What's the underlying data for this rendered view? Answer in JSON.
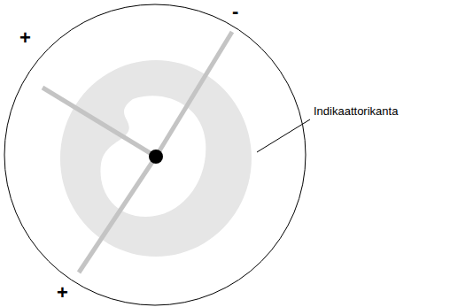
{
  "diagram": {
    "labels": [
      "+",
      "-",
      "+",
      "Indikaattorikanta"
    ]
  }
}
